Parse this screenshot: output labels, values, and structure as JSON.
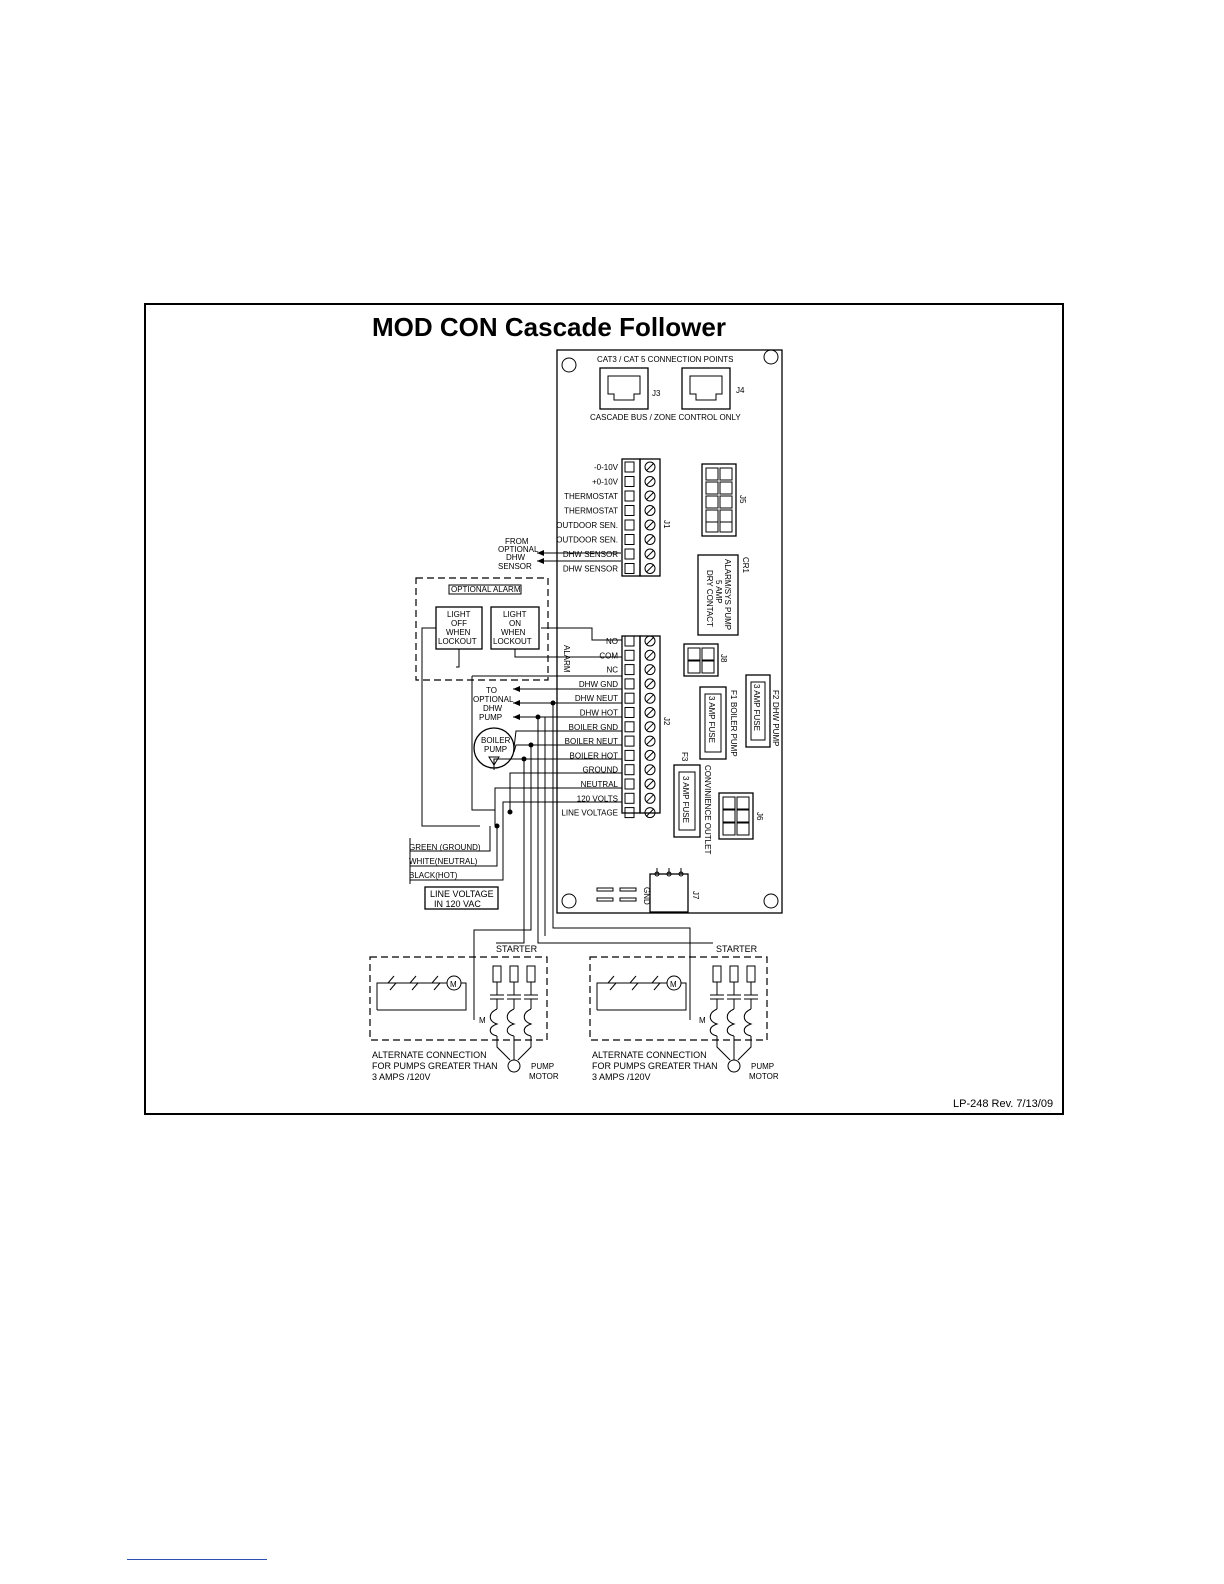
{
  "title": "MOD CON Cascade Follower",
  "revision": "LP-248 Rev. 7/13/09",
  "connectors": {
    "cat5_header": "CAT3 / CAT 5 CONNECTION POINTS",
    "cat5_footer": "CASCADE BUS / ZONE CONTROL ONLY",
    "j3": "J3",
    "j4": "J4",
    "j5": "J5",
    "j1": "J1",
    "j2": "J2",
    "j6": "J6",
    "j7": "J7",
    "j8": "J8",
    "gnd": "GND"
  },
  "j1_terminals": [
    "-0-10V",
    "+0-10V",
    "THERMOSTAT",
    "THERMOSTAT",
    "OUTDOOR SEN.",
    "OUTDOOR SEN.",
    "DHW SENSOR",
    "DHW SENSOR"
  ],
  "j2_terminals": [
    "NO",
    "COM",
    "NC",
    "DHW GND",
    "DHW NEUT",
    "DHW HOT",
    "BOILER GND",
    "BOILER NEUT",
    "BOILER HOT",
    "GROUND",
    "NEUTRAL",
    "120 VOLTS",
    "LINE VOLTAGE"
  ],
  "alarm_label": "ALARM",
  "relay": {
    "id": "CR1",
    "lines": [
      "ALARM/SYS PUMP",
      "5 AMP",
      "DRY CONTACT"
    ]
  },
  "fuses": {
    "f1_id": "F1",
    "f1_text": "BOILER PUMP",
    "f2_id": "F2",
    "f2_text": "DHW PUMP",
    "f3_id": "F3",
    "f3_text": "CONVINIENCE OUTLET",
    "fuse_rating": "3 AMP FUSE"
  },
  "dhw_sensor_note": [
    "FROM",
    "OPTIONAL",
    "DHW",
    "SENSOR"
  ],
  "optional_alarm": {
    "label": "OPTIONAL ALARM",
    "light_off": [
      "LIGHT",
      "OFF",
      "WHEN",
      "LOCKOUT"
    ],
    "light_on": [
      "LIGHT",
      "ON",
      "WHEN",
      "LOCKOUT"
    ]
  },
  "dhw_pump_note": [
    "TO",
    "OPTIONAL",
    "DHW",
    "PUMP"
  ],
  "boiler_pump": [
    "BOILER",
    "PUMP"
  ],
  "wires": {
    "green": "GREEN (GROUND)",
    "white": "WHITE(NEUTRAL)",
    "black": "BLACK(HOT)"
  },
  "line_voltage_box": [
    "LINE VOLTAGE",
    "IN 120 VAC"
  ],
  "starter": {
    "label": "STARTER",
    "contact_m": "M",
    "motor_symbol": "M",
    "alt_connection": [
      "ALTERNATE CONNECTION",
      "FOR PUMPS GREATER THAN",
      "3 AMPS /120V"
    ],
    "pump_motor": [
      "PUMP",
      "MOTOR"
    ]
  }
}
